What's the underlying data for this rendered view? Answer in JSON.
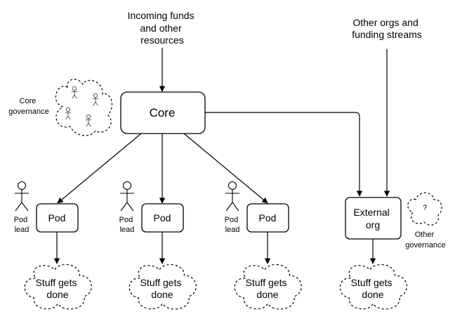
{
  "inputs": {
    "incoming_funds": [
      "Incoming funds",
      "and other",
      "resources"
    ],
    "other_orgs": [
      "Other orgs and",
      "funding streams"
    ]
  },
  "core": {
    "label": "Core",
    "governance_label": [
      "Core",
      "governance"
    ]
  },
  "pods": [
    {
      "label": "Pod",
      "lead_label": [
        "Pod",
        "lead"
      ],
      "outcome": [
        "Stuff gets",
        "done"
      ]
    },
    {
      "label": "Pod",
      "lead_label": [
        "Pod",
        "lead"
      ],
      "outcome": [
        "Stuff gets",
        "done"
      ]
    },
    {
      "label": "Pod",
      "lead_label": [
        "Pod",
        "lead"
      ],
      "outcome": [
        "Stuff gets",
        "done"
      ]
    }
  ],
  "external": {
    "label": [
      "External",
      "org"
    ],
    "governance_mark": "?",
    "governance_label": [
      "Other",
      "governance"
    ],
    "outcome": [
      "Stuff gets",
      "done"
    ]
  }
}
